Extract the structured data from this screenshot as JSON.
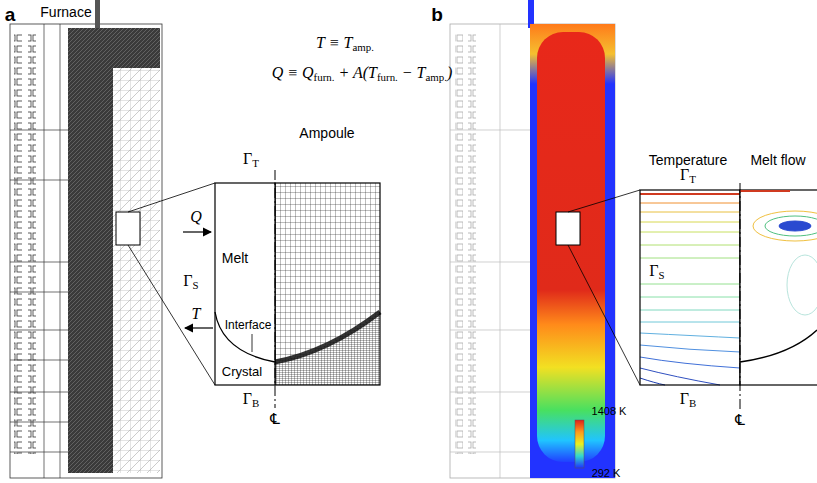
{
  "diagram": {
    "labels": [
      "a",
      "Furnace",
      "T ≡ Tamp.",
      "Q ≡ Qfurn. + A(Tfurn. − Tamp.)",
      "Ampoule",
      "ΓT",
      "Q",
      "Melt",
      "ΓS",
      "T",
      "Interface",
      "Crystal",
      "ΓB",
      "℄",
      "b",
      "Temperature",
      "Melt flow",
      "ΓT",
      "ΓS",
      "ΓB",
      "℄",
      "1408 K",
      "292 K"
    ]
  }
}
